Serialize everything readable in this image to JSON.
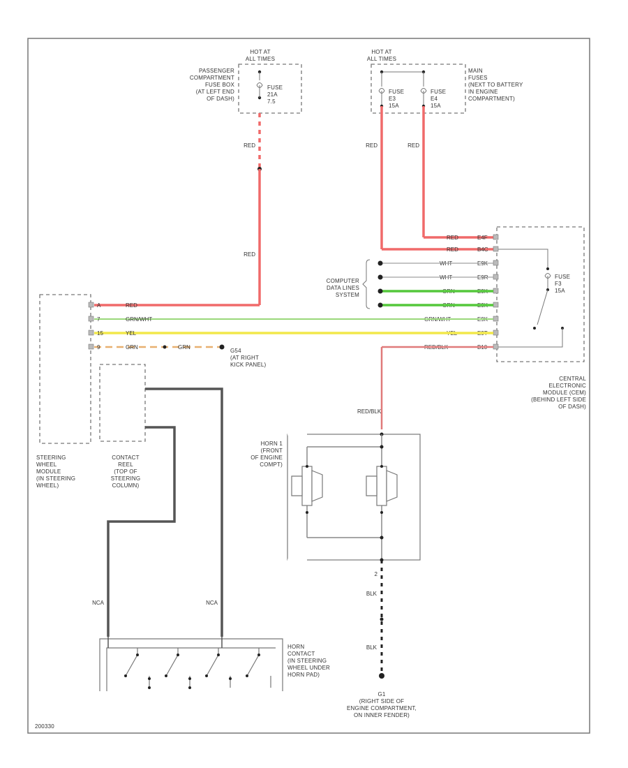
{
  "diagram_id": "200330",
  "colors": {
    "red": "#f06a6a",
    "green_white": "#9ad87a",
    "yellow": "#f2e84a",
    "orange_dashed": "#e8b070",
    "gray": "#555555",
    "gray_thin": "#8a8a8a",
    "black": "#222222",
    "red_black": "#e07a7a",
    "green": "#55c83c"
  },
  "hot_at_left": "HOT AT\nALL TIMES",
  "hot_at_right": "HOT AT\nALL TIMES",
  "passenger_fuse_box": "PASSENGER\nCOMPARTMENT\nFUSE BOX\n(AT LEFT END\nOF DASH)",
  "fuse_left": "FUSE\n21A\n7.5",
  "fuse_right_a": "FUSE\nE3\n15A",
  "fuse_right_b": "FUSE\nE4\n15A",
  "main_fuses": "MAIN\nFUSES\n(NEXT TO BATTERY\nIN ENGINE\nCOMPARTMENT)",
  "wire_red_1": "RED",
  "wire_red_2": "RED",
  "wire_red_3": "RED",
  "wire_red_4": "RED",
  "cem_pins": {
    "p1_color": "RED",
    "p1_pin": "E4F",
    "p2_color": "RED",
    "p2_pin": "B4C",
    "p3_color": "WHT",
    "p3_pin": "E9K",
    "p4_color": "WHT",
    "p4_pin": "E9R",
    "p5_color": "GRN",
    "p5_pin": "E9K",
    "p6_color": "GRN",
    "p6_pin": "E9K",
    "p7_color": "GRN/WHT",
    "p7_pin": "E9K",
    "p8_color": "YEL",
    "p8_pin": "E9T",
    "p9_color": "RED/BLK",
    "p9_pin": "B10"
  },
  "computer_data_lines": "COMPUTER\nDATA LINES\nSYSTEM",
  "fuse_cem": "FUSE\nF3\n15A",
  "cem_label": "CENTRAL\nELECTRONIC\nMODULE (CEM)\n(BEHIND LEFT SIDE\nOF DASH)",
  "swm_pins": {
    "a_pin": "A",
    "a_color": "RED",
    "b_pin": "7",
    "b_color": "GRN/WHT",
    "c_pin": "15",
    "c_color": "YEL",
    "d_pin": "9",
    "d_color": "GRN"
  },
  "ground_label_g": "GRN",
  "ground_ref": "G54\n(AT RIGHT\nKICK PANEL)",
  "swm_label": "STEERING\nWHEEL\nMODULE\n(IN STEERING\nWHEEL)",
  "contact_reel_label": "CONTACT\nREEL\n(TOP OF\nSTEERING\nCOLUMN)",
  "red_blk": "RED/BLK",
  "horn_label": "HORN 1\n(FRONT\nOF ENGINE\nCOMPT)",
  "horn_pin_2": "2",
  "wire_blk_1": "BLK",
  "wire_blk_2": "BLK",
  "nca_1": "NCA",
  "nca_2": "NCA",
  "horn_contact": "HORN\nCONTACT\n(IN STEERING\nWHEEL UNDER\nHORN PAD)",
  "ground_g1": "G1\n(RIGHT SIDE OF\nENGINE COMPARTMENT,\nON INNER FENDER)"
}
